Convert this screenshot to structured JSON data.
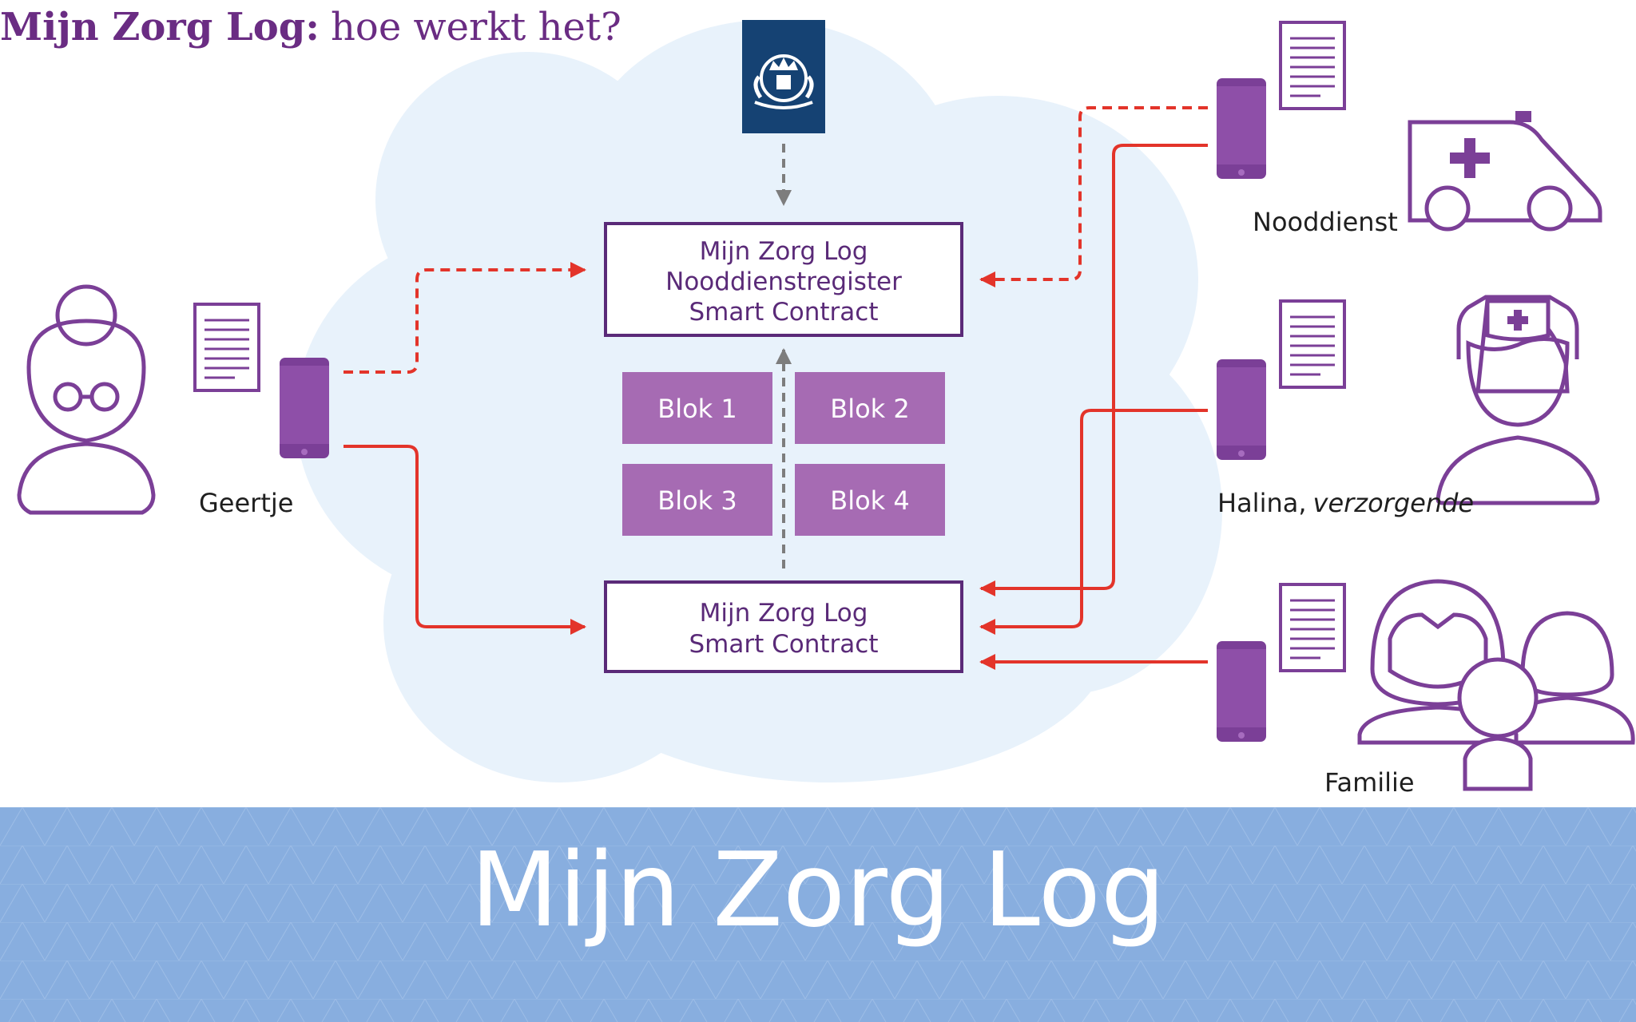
{
  "diagram": {
    "title_bold": "Mijn Zorg Log:",
    "title_rest": "hoe werkt het?",
    "registry_box": {
      "line1": "Mijn Zorg Log",
      "line2": "Nooddienstregister",
      "line3": "Smart Contract"
    },
    "contract_box": {
      "line1": "Mijn Zorg Log",
      "line2": "Smart Contract"
    },
    "blocks": [
      "Blok 1",
      "Blok 2",
      "Blok 3",
      "Blok 4"
    ],
    "actors": {
      "geertje": "Geertje",
      "nooddienst": "Nooddienst",
      "halina_name": "Halina,",
      "halina_role": "verzorgende",
      "familie": "Familie"
    },
    "icons": [
      "elderly-person-icon",
      "document-icon",
      "phone-icon",
      "government-emblem-icon",
      "ambulance-icon",
      "nurse-icon",
      "family-icon"
    ],
    "colors": {
      "purple": "#6a2c83",
      "block": "#a66bb3",
      "arrow_red": "#e3342a",
      "cloud": "#e8f2fb",
      "banner": "#88aedf"
    }
  },
  "banner": {
    "title": "Mijn Zorg Log"
  }
}
